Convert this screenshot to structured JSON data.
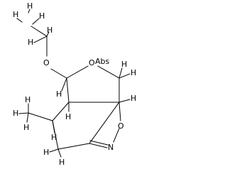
{
  "molecule": {
    "atom_labels": {
      "h_ethyl_top_left": "H",
      "h_ethyl_top_mid": "H",
      "h_ethyl_top_right": "H",
      "h_ethyl_mid_left": "H",
      "h_ethyl_mid_right": "H",
      "o_ether": "O",
      "o_ring": "O",
      "abs_label": "Abs",
      "h_ch2_top": "H",
      "h_ch2_right": "H",
      "h_acetal": "H",
      "h_ring_junction": "H",
      "h_methyl_top": "H",
      "h_methyl_left": "H",
      "h_methyl_bottom": "H",
      "h_methine": "H",
      "h_c_junction_right": "H",
      "o_isoxazoline": "O",
      "h_ch2_bottom_left": "H",
      "h_ch2_bottom_mid": "H",
      "n_isoxazoline": "N"
    }
  }
}
